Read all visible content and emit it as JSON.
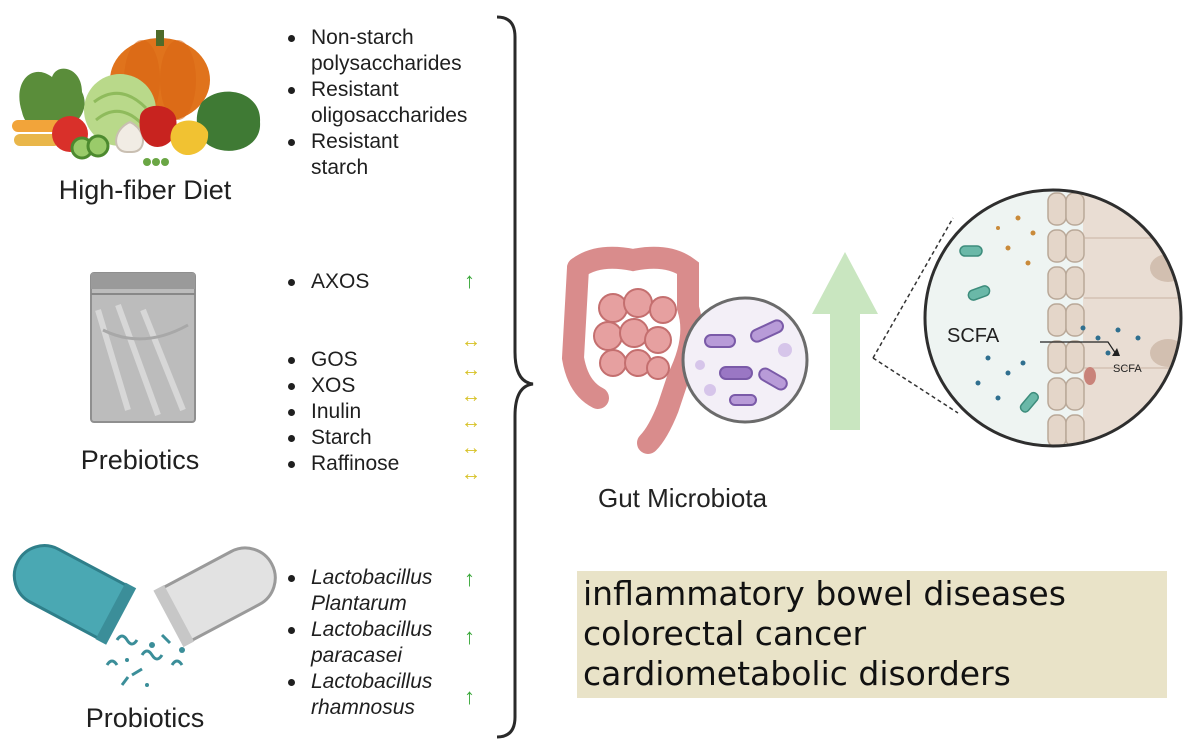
{
  "categories": [
    {
      "label": "High-fiber Diet",
      "items": [
        {
          "text": "Non-starch",
          "italic": false,
          "arrow": ""
        },
        {
          "text": "polysaccharides",
          "italic": false,
          "arrow": "",
          "continued": true
        },
        {
          "text": "Resistant",
          "italic": false,
          "arrow": ""
        },
        {
          "text": "oligosaccharides",
          "italic": false,
          "arrow": "",
          "continued": true
        },
        {
          "text": "Resistant",
          "italic": false,
          "arrow": ""
        },
        {
          "text": "starch",
          "italic": false,
          "arrow": "",
          "continued": true
        }
      ]
    },
    {
      "label": "Prebiotics",
      "items": [
        {
          "text": "AXOS",
          "arrow": "↑"
        },
        {
          "text": "GOS",
          "arrow": "↔"
        },
        {
          "text": "XOS",
          "arrow": "↔"
        },
        {
          "text": "Inulin",
          "arrow": "↔"
        },
        {
          "text": "Starch",
          "arrow": "↔"
        },
        {
          "text": "Raffinose",
          "arrow": "↔"
        }
      ]
    },
    {
      "label": "Probiotics",
      "items": [
        {
          "text": "Lactobacillus",
          "italic": true,
          "arrow": "↑"
        },
        {
          "text": "Plantarum",
          "italic": true,
          "continued": true
        },
        {
          "text": "Lactobacillus",
          "italic": true,
          "arrow": "↑"
        },
        {
          "text": "paracasei",
          "italic": true,
          "continued": true
        },
        {
          "text": "Lactobacillus",
          "italic": true,
          "arrow": "↑"
        },
        {
          "text": "rhamnosus",
          "italic": true,
          "continued": true
        }
      ]
    }
  ],
  "extra_arrow": "↔",
  "gut_label": "Gut Microbiota",
  "scfa_label": "SCFA",
  "scfa_label_small": "SCFA",
  "outcomes": [
    "inflammatory bowel diseases",
    "colorectal cancer",
    "cardiometabolic disorders"
  ],
  "colors": {
    "up_arrow": "#3aa83a",
    "neutral_arrow": "#d7c226",
    "big_arrow": "#c9e6c0",
    "outcome_box": "#e9e3c8"
  },
  "icons": [
    "vegetables-icon",
    "prebiotic-bag-icon",
    "probiotic-capsule-icon",
    "intestine-icon",
    "bacteria-circle-icon",
    "gut-lining-magnified-icon",
    "increase-arrow-icon",
    "bracket-icon"
  ]
}
